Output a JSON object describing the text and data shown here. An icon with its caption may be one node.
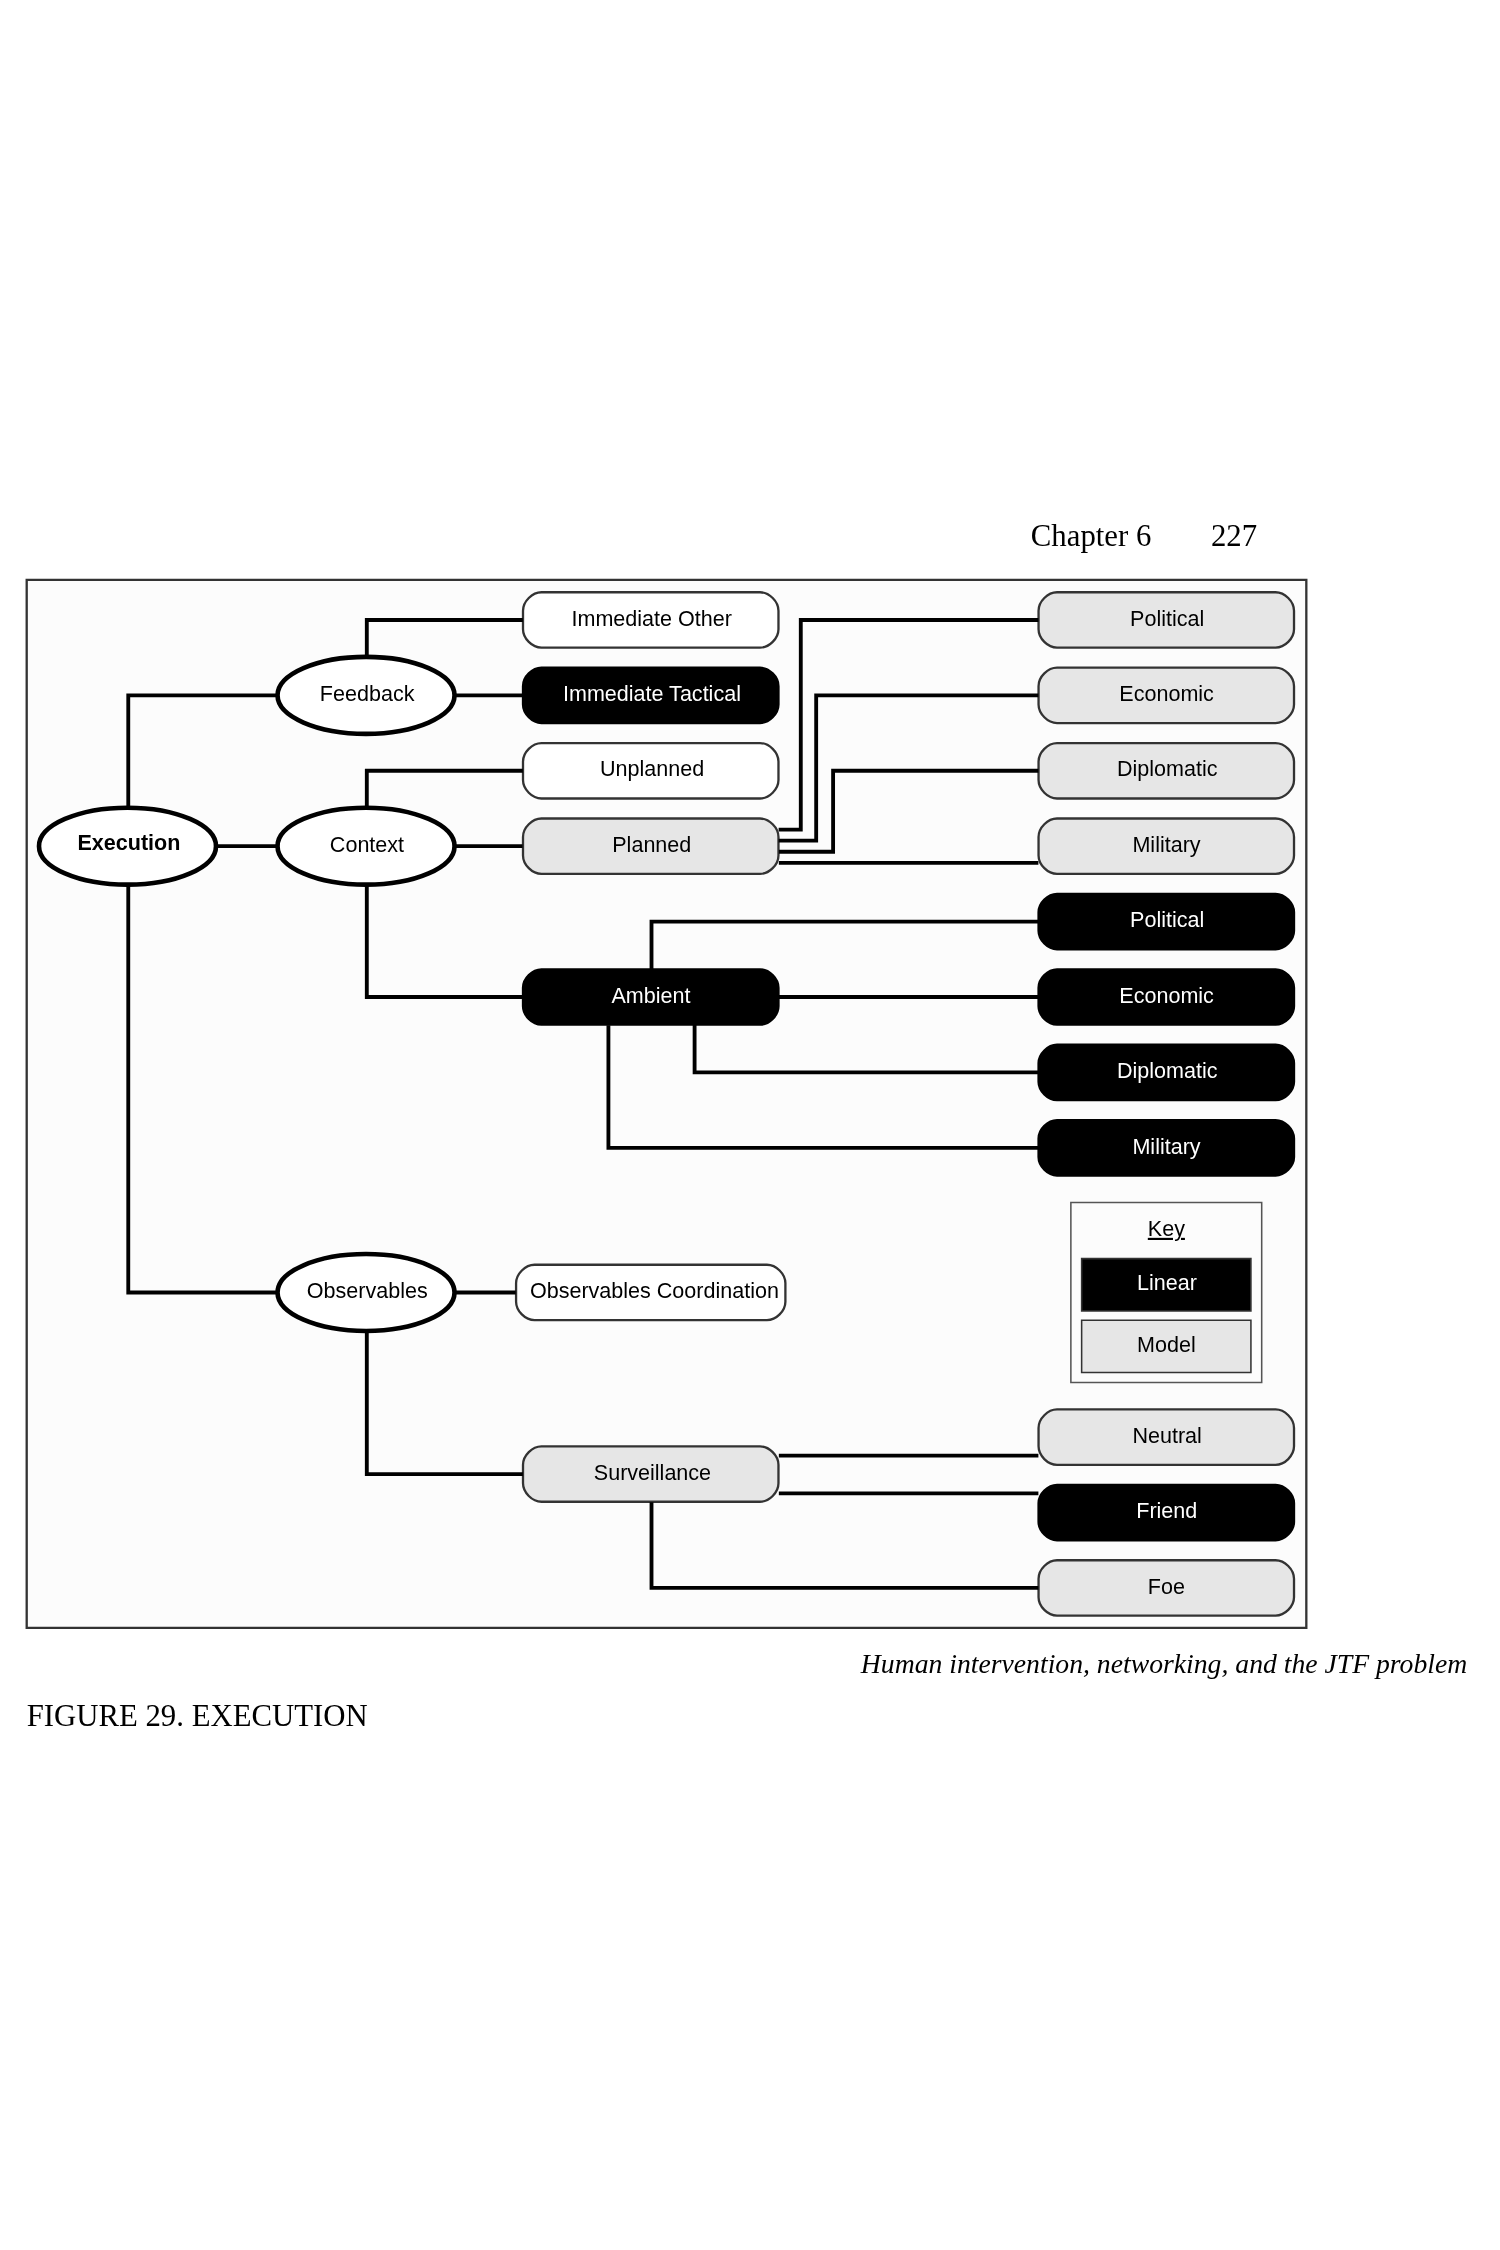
{
  "diagram": {
    "caption": "FIGURE 29. EXECUTION",
    "nodes": [
      {
        "text": [],
        "shape": "box"
      },
      {
        "text": [
          "Execution"
        ],
        "in": 0
      },
      {
        "text": [
          "Observables"
        ],
        "in": 0
      },
      {
        "text": [
          "Surveillance"
        ],
        "in": 0
      },
      {
        "text": [
          "Foe"
        ],
        "in": 0
      },
      {
        "text": [
          "Friend"
        ],
        "in": 0
      },
      {
        "text": [
          "Neutral"
        ],
        "in": 0
      },
      {
        "text": [
          "Observables Coordination"
        ],
        "in": 0
      },
      {
        "text": [
          "Context"
        ],
        "in": 0
      },
      {
        "text": [
          "Ambient"
        ],
        "in": 0
      },
      {
        "text": [
          "Military"
        ],
        "in": 0
      },
      {
        "text": [
          "Diplomatic"
        ],
        "in": 0
      },
      {
        "text": [
          "Economic"
        ],
        "in": 0
      },
      {
        "text": [
          "Political"
        ],
        "in": 0
      },
      {
        "text": [
          "Planned"
        ],
        "in": 0
      },
      {
        "text": [
          "Military"
        ],
        "in": 0
      },
      {
        "text": [
          "Diplomatic"
        ],
        "in": 0
      },
      {
        "text": [
          "Economic"
        ],
        "in": 0
      },
      {
        "text": [
          "Political"
        ],
        "in": 0
      },
      {
        "text": [
          "Unplanned"
        ],
        "in": 0
      },
      {
        "text": [
          "Feedback"
        ],
        "in": 0
      },
      {
        "text": [
          "Immediate Tactical"
        ],
        "in": 0
      },
      {
        "text": [
          "Immediate Other"
        ],
        "in": 0
      }
    ],
    "edges": [
      {
        "from": 1,
        "to": 2,
        "arrow": "none"
      },
      {
        "from": 1,
        "to": 8,
        "arrow": "none"
      },
      {
        "from": 1,
        "to": 20,
        "arrow": "none"
      },
      {
        "from": 2,
        "to": 3,
        "arrow": "none"
      },
      {
        "from": 2,
        "to": 7,
        "arrow": "none"
      },
      {
        "from": 3,
        "to": 4,
        "arrow": "none"
      },
      {
        "from": 3,
        "to": 5,
        "arrow": "none"
      },
      {
        "from": 3,
        "to": 6,
        "arrow": "none"
      },
      {
        "from": 8,
        "to": 9,
        "arrow": "none"
      },
      {
        "from": 8,
        "to": 14,
        "arrow": "none"
      },
      {
        "from": 8,
        "to": 19,
        "arrow": "none"
      },
      {
        "from": 9,
        "to": 10,
        "arrow": "none"
      },
      {
        "from": 9,
        "to": 11,
        "arrow": "none"
      },
      {
        "from": 9,
        "to": 12,
        "arrow": "none"
      },
      {
        "from": 9,
        "to": 13,
        "arrow": "none"
      },
      {
        "from": 14,
        "to": 15,
        "arrow": "none"
      },
      {
        "from": 14,
        "to": 16,
        "arrow": "none"
      },
      {
        "from": 14,
        "to": 17,
        "arrow": "none"
      },
      {
        "from": 14,
        "to": 18,
        "arrow": "none"
      },
      {
        "from": 20,
        "to": 21,
        "arrow": "none"
      },
      {
        "from": 20,
        "to": 22,
        "arrow": "none"
      }
    ],
    "labels": [
      "Chapter 6",
      "227",
      "Key",
      "Human intervention, networking, and the JTF problem"
    ],
    "legend": [
      {
        "text": "Linear",
        "color": "#000000"
      },
      {
        "text": "Model",
        "color": "#e6e6e6"
      }
    ]
  }
}
